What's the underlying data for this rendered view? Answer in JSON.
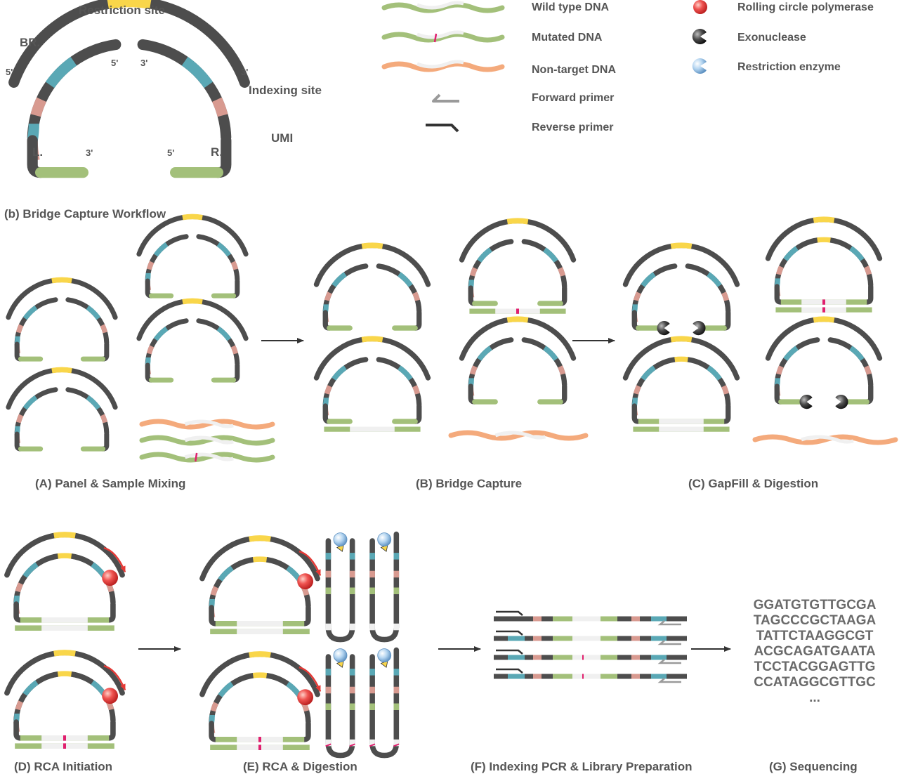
{
  "colors": {
    "backbone": "#4d4d4d",
    "restriction": "#f9d64a",
    "indexing": "#5aa8b5",
    "umi": "#d89a90",
    "target_arm": "#a3c07a",
    "gap": "#f0f0f0",
    "nontarget": "#f4aa7c",
    "mutation": "#e0206e",
    "polymerase": "#e53935",
    "exonuclease": "#3a3a3a",
    "restriction_enzyme": "#a9cbe8",
    "fwd_primer": "#9a9a9a",
    "rev_primer": "#333333",
    "text": "#555555"
  },
  "probe": {
    "restriction_site": "Restriction site",
    "bridge": "BR.",
    "indexing_site": "Indexing site",
    "umi": "UMI",
    "left_arm": "L.",
    "right_arm": "R.",
    "end5": "5'",
    "end3": "3'"
  },
  "legend": [
    {
      "icon": "wild-type-dna-icon",
      "label": "Wild type DNA"
    },
    {
      "icon": "mutated-dna-icon",
      "label": "Mutated DNA"
    },
    {
      "icon": "non-target-dna-icon",
      "label": "Non-target DNA"
    },
    {
      "icon": "forward-primer-icon",
      "label": "Forward primer"
    },
    {
      "icon": "reverse-primer-icon",
      "label": "Reverse primer"
    },
    {
      "icon": "rolling-circle-polymerase-icon",
      "label": "Rolling circle polymerase"
    },
    {
      "icon": "exonuclease-icon",
      "label": "Exonuclease"
    },
    {
      "icon": "restriction-enzyme-icon",
      "label": "Restriction enzyme"
    }
  ],
  "workflow_title": "(b) Bridge Capture Workflow",
  "steps": {
    "A": "(A) Panel & Sample Mixing",
    "B": "(B) Bridge Capture",
    "C": "(C) GapFill & Digestion",
    "D": "(D) RCA Initiation",
    "E": "(E) RCA & Digestion",
    "F": "(F) Indexing PCR & Library Preparation",
    "G": "(G) Sequencing"
  },
  "sequences": [
    "GGATGTGTTGCGA",
    "TAGCCCGCTAAGA",
    "TATTCTAAGGCGT",
    "ACGCAGATGAATA",
    "TCCTACGGAGTTG",
    "CCATAGGCGTTGC",
    "..."
  ]
}
